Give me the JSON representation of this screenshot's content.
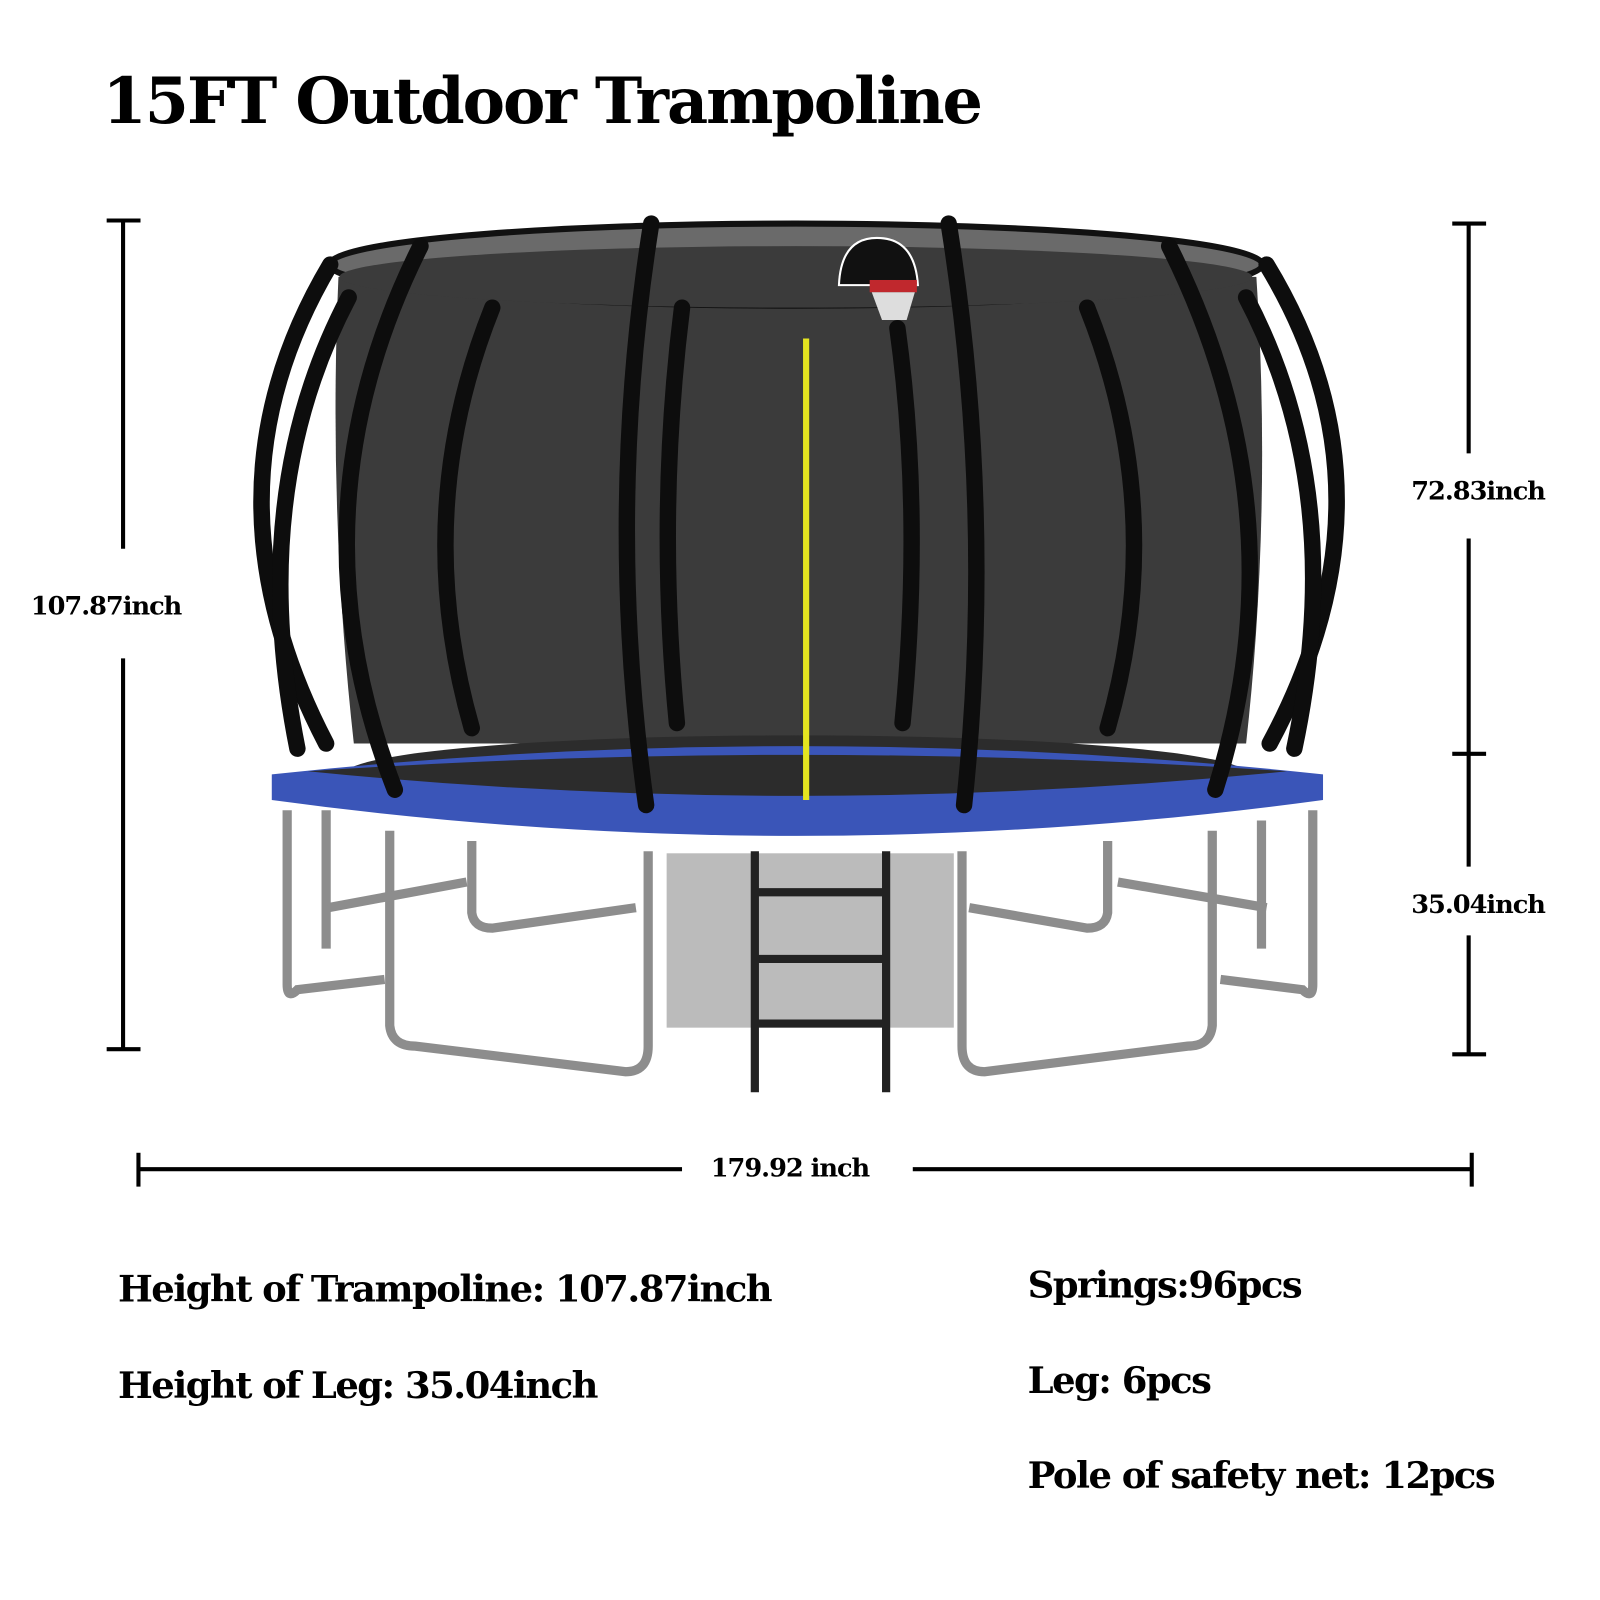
{
  "title": "15FT Outdoor Trampoline",
  "dimensions": {
    "total_height": "107.87inch",
    "enclosure_height": "72.83inch",
    "leg_height": "35.04inch",
    "diameter": "179.92 inch"
  },
  "specs": {
    "height_trampoline": "Height of Trampoline:  107.87inch",
    "height_leg": "Height of Leg: 35.04inch",
    "springs": "Springs:96pcs",
    "legs": "Leg: 6pcs",
    "poles": "Pole of safety net: 12pcs"
  },
  "colors": {
    "pad": "#3a55b8",
    "net": "#2a2a2a",
    "pole": "#111111",
    "frame": "#9a9a9a"
  }
}
